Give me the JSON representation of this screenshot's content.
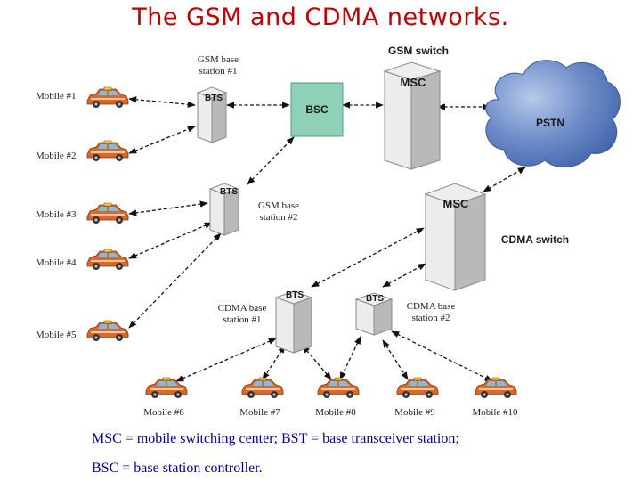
{
  "title": "The GSM and CDMA networks.",
  "labels": {
    "gsm_switch": "GSM switch",
    "cdma_switch": "CDMA switch",
    "msc": "MSC",
    "bsc": "BSC",
    "bts": "BTS",
    "pstn": "PSTN",
    "gsm_bs1_line1": "GSM base",
    "gsm_bs1_line2": "station #1",
    "gsm_bs2_line1": "GSM base",
    "gsm_bs2_line2": "station #2",
    "cdma_bs1_line1": "CDMA base",
    "cdma_bs1_line2": "station #1",
    "cdma_bs2_line1": "CDMA base",
    "cdma_bs2_line2": "station #2"
  },
  "mobiles": [
    "Mobile #1",
    "Mobile #2",
    "Mobile #3",
    "Mobile #4",
    "Mobile #5",
    "Mobile #6",
    "Mobile #7",
    "Mobile #8",
    "Mobile #9",
    "Mobile #10"
  ],
  "captions": {
    "line1": "MSC = mobile switching center; BST = base transceiver station;",
    "line2": "BSC = base station controller."
  },
  "colors": {
    "title": "#c00000",
    "caption": "#00008b",
    "bsc_fill": "#8fd1b7",
    "pstn_fill": "#5b7fbf",
    "car_body": "#d9682a",
    "car_glass": "#8fb8d8"
  }
}
